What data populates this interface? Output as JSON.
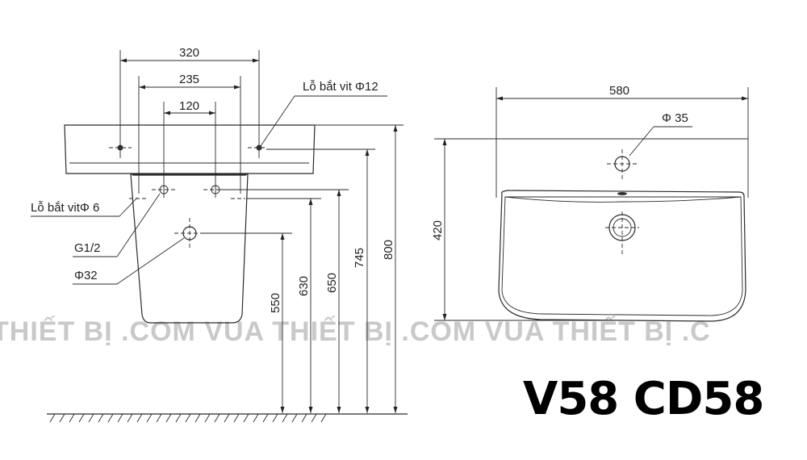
{
  "title": "V58 CD58",
  "watermark": "THIẾT BỊ .COM  VUA THIẾT BỊ .COM  VUA THIẾT BỊ .C",
  "side_view": {
    "width_dims": [
      "320",
      "235",
      "120"
    ],
    "height_dims": [
      "800",
      "745",
      "650",
      "630",
      "550"
    ],
    "labels": {
      "mount_hole_12": "Lỗ bắt vit Φ12",
      "mount_hole_6": "Lỗ bắt vitΦ 6",
      "g12": "G1/2",
      "phi32": "Φ32"
    }
  },
  "top_view": {
    "width_dim": "580",
    "depth_dim": "420",
    "tap_hole": "Φ 35"
  }
}
